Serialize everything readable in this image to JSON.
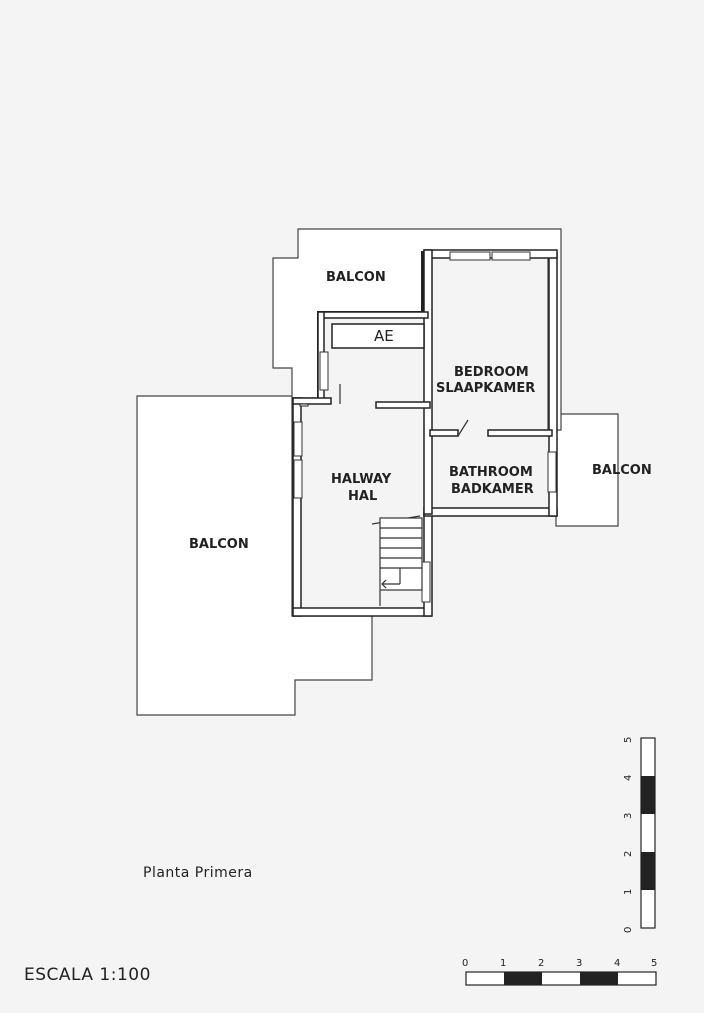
{
  "rooms": {
    "balcon_top": "BALCON",
    "ae": "AE",
    "bedroom_en": "BEDROOM",
    "bedroom_nl": "SLAAPKAMER",
    "halway_en": "HALWAY",
    "halway_nl": "HAL",
    "bathroom_en": "BATHROOM",
    "bathroom_nl": "BADKAMER",
    "balcon_right": "BALCON",
    "balcon_left": "BALCON"
  },
  "caption": "Planta Primera",
  "scale": {
    "label": "ESCALA 1:100",
    "horizontal_ticks": [
      "0",
      "1",
      "2",
      "3",
      "4",
      "5"
    ],
    "vertical_ticks": [
      "0",
      "1",
      "2",
      "3",
      "4",
      "5"
    ]
  }
}
